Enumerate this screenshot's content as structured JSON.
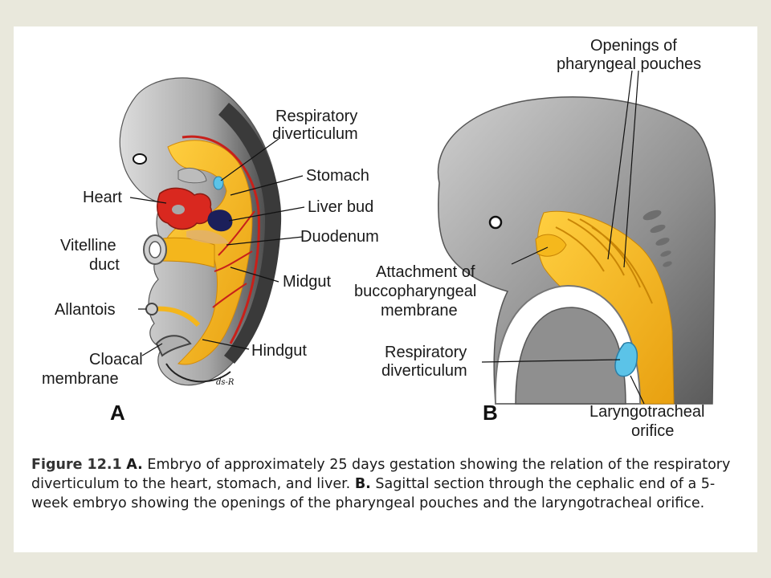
{
  "panel_a": {
    "letter": "A",
    "labels": {
      "respiratory_1": "Respiratory",
      "respiratory_2": "diverticulum",
      "stomach": "Stomach",
      "heart": "Heart",
      "liver_bud": "Liver bud",
      "vitelline_1": "Vitelline",
      "vitelline_2": "duct",
      "duodenum": "Duodenum",
      "midgut": "Midgut",
      "allantois": "Allantois",
      "cloacal_1": "Cloacal",
      "cloacal_2": "membrane",
      "hindgut": "Hindgut"
    },
    "signature": "ds-R"
  },
  "panel_b": {
    "letter": "B",
    "labels": {
      "openings_1": "Openings of",
      "openings_2": "pharyngeal pouches",
      "attach_1": "Attachment of",
      "attach_2": "buccopharyngeal",
      "attach_3": "membrane",
      "resp_1": "Respiratory",
      "resp_2": "diverticulum",
      "laryngo_1": "Laryngotracheal",
      "laryngo_2": "orifice"
    }
  },
  "caption": {
    "figure": "Figure 12.1",
    "a_letter": "A.",
    "a_text": "Embryo of approximately 25 days gestation showing the relation of the respiratory diverticulum to the heart, stomach, and liver.",
    "b_letter": "B.",
    "b_text": "Sagittal section through the cephalic end of a 5-week embryo showing the openings of the pharyngeal pouches and the laryngotracheal orifice."
  },
  "colors": {
    "background": "#e9e8dc",
    "slide": "#ffffff",
    "endoderm": "#f5b81c",
    "tissue_gray": "#9a9a9a",
    "heart_red": "#d9281f",
    "liver_navy": "#1b1f5a",
    "diverticulum_blue": "#5bc3e8"
  }
}
